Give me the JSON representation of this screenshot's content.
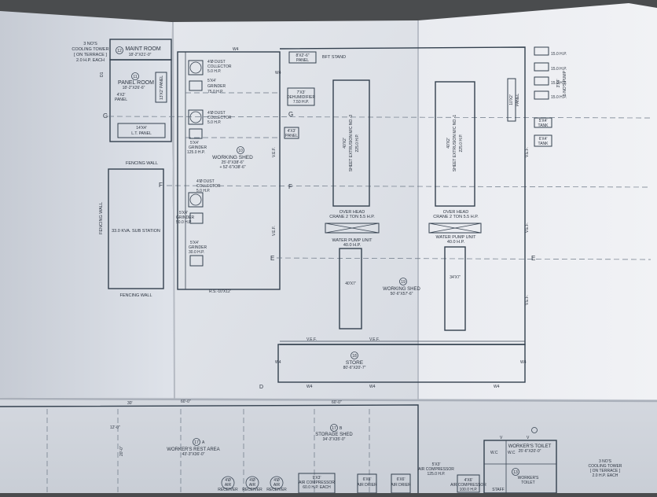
{
  "cooling_tower_top": [
    "3 NO'S",
    "COOLING TOWER",
    "[ ON TERRACE ]",
    "2.0 H.P. EACH"
  ],
  "maint_room": {
    "num": "12",
    "label": "MAINT ROOM",
    "size": "18'-2\"X21'-0\""
  },
  "panel_room": {
    "num": "11",
    "label": "PANEL ROOM",
    "size": "18'-2\"X26'-6\""
  },
  "panel_4x2": [
    "4'X2'",
    "PANEL"
  ],
  "panel_13x2": "13'X2' PANEL",
  "lt_panel": [
    "14'X4'",
    "L.T. PANEL"
  ],
  "dust_collector_1": [
    "4'Ø DUST",
    "COLLECTOR",
    "5.0 H.P."
  ],
  "grinder_1": [
    "5'X4'",
    "GRINDER",
    "75.0 H.P."
  ],
  "dust_collector_2": [
    "4'Ø DUST",
    "COLLECTOR",
    "5.0 H.P."
  ],
  "grinder_2": [
    "5'X4'",
    "GRINDER",
    "125.0 H.P."
  ],
  "working_shed_left": {
    "num": "10",
    "label": "WORKING SHED",
    "size1": "25'-0\"X38'-6\"",
    "size2": "+ 52'-6\"X38'-6\""
  },
  "dust_collector_3": [
    "4'Ø DUST",
    "COLLECTOR",
    "5.0 H.P."
  ],
  "grinder_3": [
    "5'X4'",
    "GRINDER",
    "50.0 H.P."
  ],
  "grinder_4": [
    "5'X4'",
    "GRINDER",
    "30.0 H.P."
  ],
  "fencing_wall_top": "FENCING WALL",
  "fencing_wall_side": "FENCING WALL",
  "fencing_wall_bottom": "FENCING WALL",
  "substation": "33.0 KVA. SUB STATION",
  "bft_stand": "BFT STAND",
  "panel_8x2": [
    "8'X2'-6\"",
    "PANEL"
  ],
  "dehumidifier": [
    "7'X3'",
    "DEHUMIDIFIER",
    "7.50 H.P."
  ],
  "panel_4x3": [
    "4'X3'",
    "PANEL"
  ],
  "sheet_extrusion_3": [
    "40'X2'",
    "SHEET EXTRUSION M/C NO.-3",
    "225.0 H.P."
  ],
  "sheet_extrusion_1": [
    "40'X2'",
    "SHEET EXTRUSION M/C NO.-1",
    "225.0 H.P."
  ],
  "crane_left": [
    "OVER HEAD",
    "CRANE 2 TON 5.5 H.P."
  ],
  "crane_right": [
    "OVER HEAD",
    "CRANE 2 TON 5.5 H.P."
  ],
  "pump_left": [
    "WATER PUMP UNIT",
    "40.0 H.P."
  ],
  "pump_right": [
    "WATER PUMP UNIT",
    "40.0 H.P."
  ],
  "lower_left_machine": "40'X7'",
  "lower_right_machine": "34'X7'",
  "working_shed_center": {
    "num": "19",
    "label": "WORKING SHED",
    "size": "50'-6\"X57'-6\""
  },
  "store": {
    "num": "18",
    "label": "STORE",
    "size": "80'-6\"X20'-7\""
  },
  "rs_label": "R.S.-10'X12'",
  "tanks": [
    "15.0 H.P.",
    "15.0 H.P.",
    "15.0 H.P.",
    "15.0 H.P."
  ],
  "pump_label": [
    "3'X4'",
    "5 NO'S PUMP"
  ],
  "panel_right": [
    "10'X2'",
    "PANEL"
  ],
  "tank_5x4": [
    "5'X4'",
    "TANK"
  ],
  "tank_6x4": [
    "6'X4'",
    "TANK"
  ],
  "grid": [
    "G",
    "G",
    "F",
    "F",
    "E",
    "E",
    "D"
  ],
  "windows": {
    "w4": "W4",
    "v": "V",
    "d1": "D1",
    "ventilator": "V.E.F."
  },
  "workers_rest": {
    "num": "17",
    "suffix": "A",
    "label": "WORKER'S REST AREA",
    "size": "43'-3\"X36'-0\""
  },
  "storage_shed": {
    "num": "17",
    "suffix": "B",
    "label": "STORAGE SHED",
    "size": "34'-3\"X35'-0\""
  },
  "receivers": [
    [
      "4'Ø",
      "AIR",
      "RECEIVER"
    ],
    [
      "4'Ø",
      "AIR",
      "RECEIVER"
    ],
    [
      "4'Ø",
      "AIR",
      "RECEIVER"
    ]
  ],
  "air_compressor_a": [
    "9'X3'",
    "AIR COMPRESSOR",
    "60.0 H.P. EACH"
  ],
  "air_dryer_1": [
    "6'X6'",
    "AIR DRIER"
  ],
  "air_dryer_2": [
    "6'X6'",
    "AIR DRIER"
  ],
  "air_compressor_b": [
    "5'X3'",
    "AIR COMPRESSOR",
    "125.0 H.P."
  ],
  "air_compressor_c": [
    "4'X6'",
    "AIR COMPRESSOR",
    "100.0 H.P."
  ],
  "workers_toilet": {
    "num": "13",
    "label": "WORKER'S TOILET",
    "size": "25'-6\"X20'-0\""
  },
  "workers_toilet_small": [
    "WORKER'S",
    "TOILET"
  ],
  "staff": "STAFF",
  "wc": "W.C",
  "cooling_tower_bottom": [
    "3 NO'S",
    "COOLING TOWER",
    "[ ON TERRACE ]",
    "2.0 H.P. EACH"
  ],
  "sixty_dim": "60'-0\"",
  "misc_dims": [
    "12'-0\"",
    "20'-0\"",
    "30'"
  ]
}
